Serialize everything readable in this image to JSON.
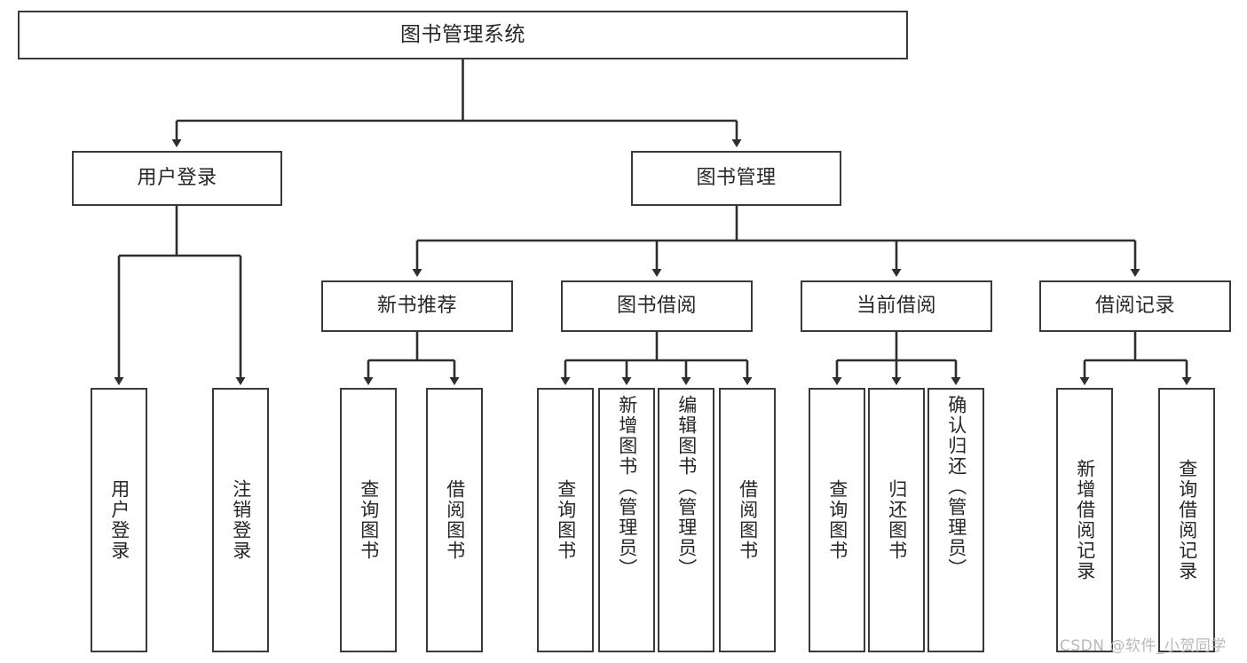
{
  "diagram": {
    "title": "图书管理系统",
    "type": "hierarchy-tree",
    "watermark": "CSDN @软件_小贺同学",
    "colors": {
      "border": "#3a3a3a",
      "background": "#ffffff",
      "text": "#262626",
      "watermark": "#b9b9b9"
    },
    "nodes": {
      "root": {
        "label": "图书管理系统"
      },
      "level1": [
        {
          "id": "user-login",
          "label": "用户登录"
        },
        {
          "id": "book-management",
          "label": "图书管理"
        }
      ],
      "level2": [
        {
          "id": "new-book-recommend",
          "label": "新书推荐"
        },
        {
          "id": "book-borrow",
          "label": "图书借阅"
        },
        {
          "id": "current-borrow",
          "label": "当前借阅"
        },
        {
          "id": "borrow-record",
          "label": "借阅记录"
        }
      ],
      "leaves": {
        "user-login": [
          {
            "id": "leaf-user-login",
            "label": "用户登录"
          },
          {
            "id": "leaf-logout-login",
            "label": "注销登录"
          }
        ],
        "new-book-recommend": [
          {
            "id": "leaf-query-book-1",
            "label": "查询图书"
          },
          {
            "id": "leaf-borrow-book-1",
            "label": "借阅图书"
          }
        ],
        "book-borrow": [
          {
            "id": "leaf-query-book-2",
            "label": "查询图书"
          },
          {
            "id": "leaf-add-book",
            "label": "新增图书（管理员）"
          },
          {
            "id": "leaf-edit-book",
            "label": "编辑图书（管理员）"
          },
          {
            "id": "leaf-borrow-book-2",
            "label": "借阅图书"
          }
        ],
        "current-borrow": [
          {
            "id": "leaf-query-book-3",
            "label": "查询图书"
          },
          {
            "id": "leaf-return-book",
            "label": "归还图书"
          },
          {
            "id": "leaf-confirm-return",
            "label": "确认归还（管理员）"
          }
        ],
        "borrow-record": [
          {
            "id": "leaf-add-record",
            "label": "新增借阅记录"
          },
          {
            "id": "leaf-query-record",
            "label": "查询借阅记录"
          }
        ]
      }
    }
  }
}
